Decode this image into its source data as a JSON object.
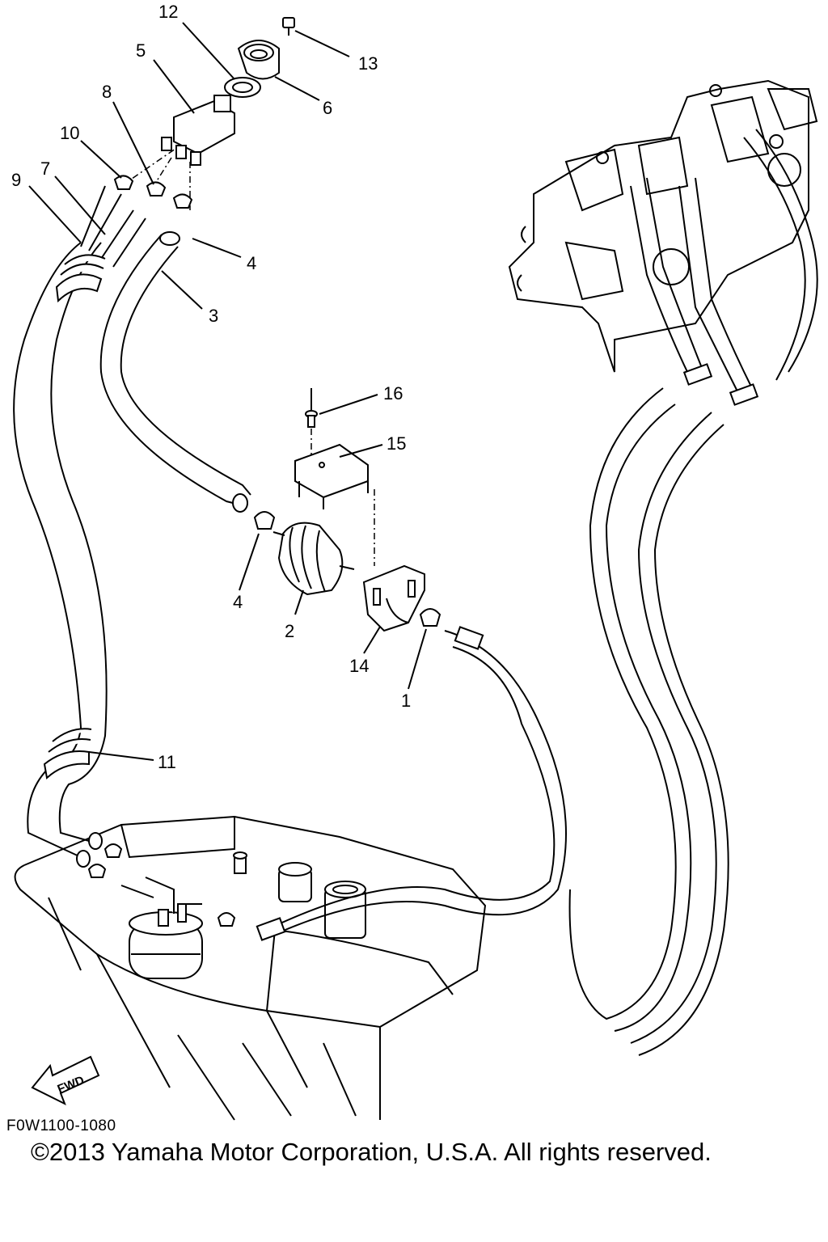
{
  "diagram": {
    "callouts": [
      {
        "id": "12",
        "text": "12"
      },
      {
        "id": "5",
        "text": "5"
      },
      {
        "id": "13",
        "text": "13"
      },
      {
        "id": "6",
        "text": "6"
      },
      {
        "id": "8",
        "text": "8"
      },
      {
        "id": "10",
        "text": "10"
      },
      {
        "id": "7",
        "text": "7"
      },
      {
        "id": "9",
        "text": "9"
      },
      {
        "id": "4a",
        "text": "4"
      },
      {
        "id": "3",
        "text": "3"
      },
      {
        "id": "16",
        "text": "16"
      },
      {
        "id": "15",
        "text": "15"
      },
      {
        "id": "4b",
        "text": "4"
      },
      {
        "id": "2",
        "text": "2"
      },
      {
        "id": "14",
        "text": "14"
      },
      {
        "id": "1",
        "text": "1"
      },
      {
        "id": "11",
        "text": "11"
      }
    ],
    "fwd_label": "FWD"
  },
  "footer": {
    "reference_code": "F0W1100-1080",
    "copyright": "©2013 Yamaha Motor Corporation, U.S.A. All rights reserved."
  }
}
